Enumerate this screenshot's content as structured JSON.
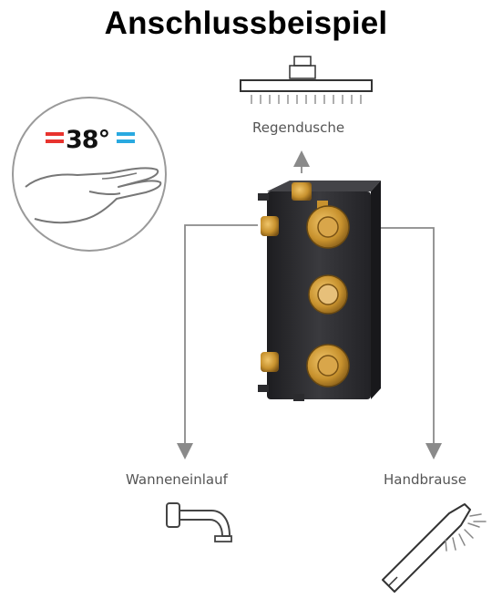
{
  "title": "Anschlussbeispiel",
  "temperature": {
    "value": "38°",
    "hot_color": "#e8332e",
    "cold_color": "#29a9e0"
  },
  "outlets": {
    "top": "Regendusche",
    "left": "Wanneneinlauf",
    "right": "Handbrause"
  },
  "colors": {
    "arrow": "#8a8a8a",
    "body": "#2b2b2e",
    "brass": "#c8922e"
  },
  "icons": [
    "hand-icon",
    "rain-shower-icon",
    "mixing-valve-body-icon",
    "bath-spout-icon",
    "hand-shower-icon"
  ]
}
